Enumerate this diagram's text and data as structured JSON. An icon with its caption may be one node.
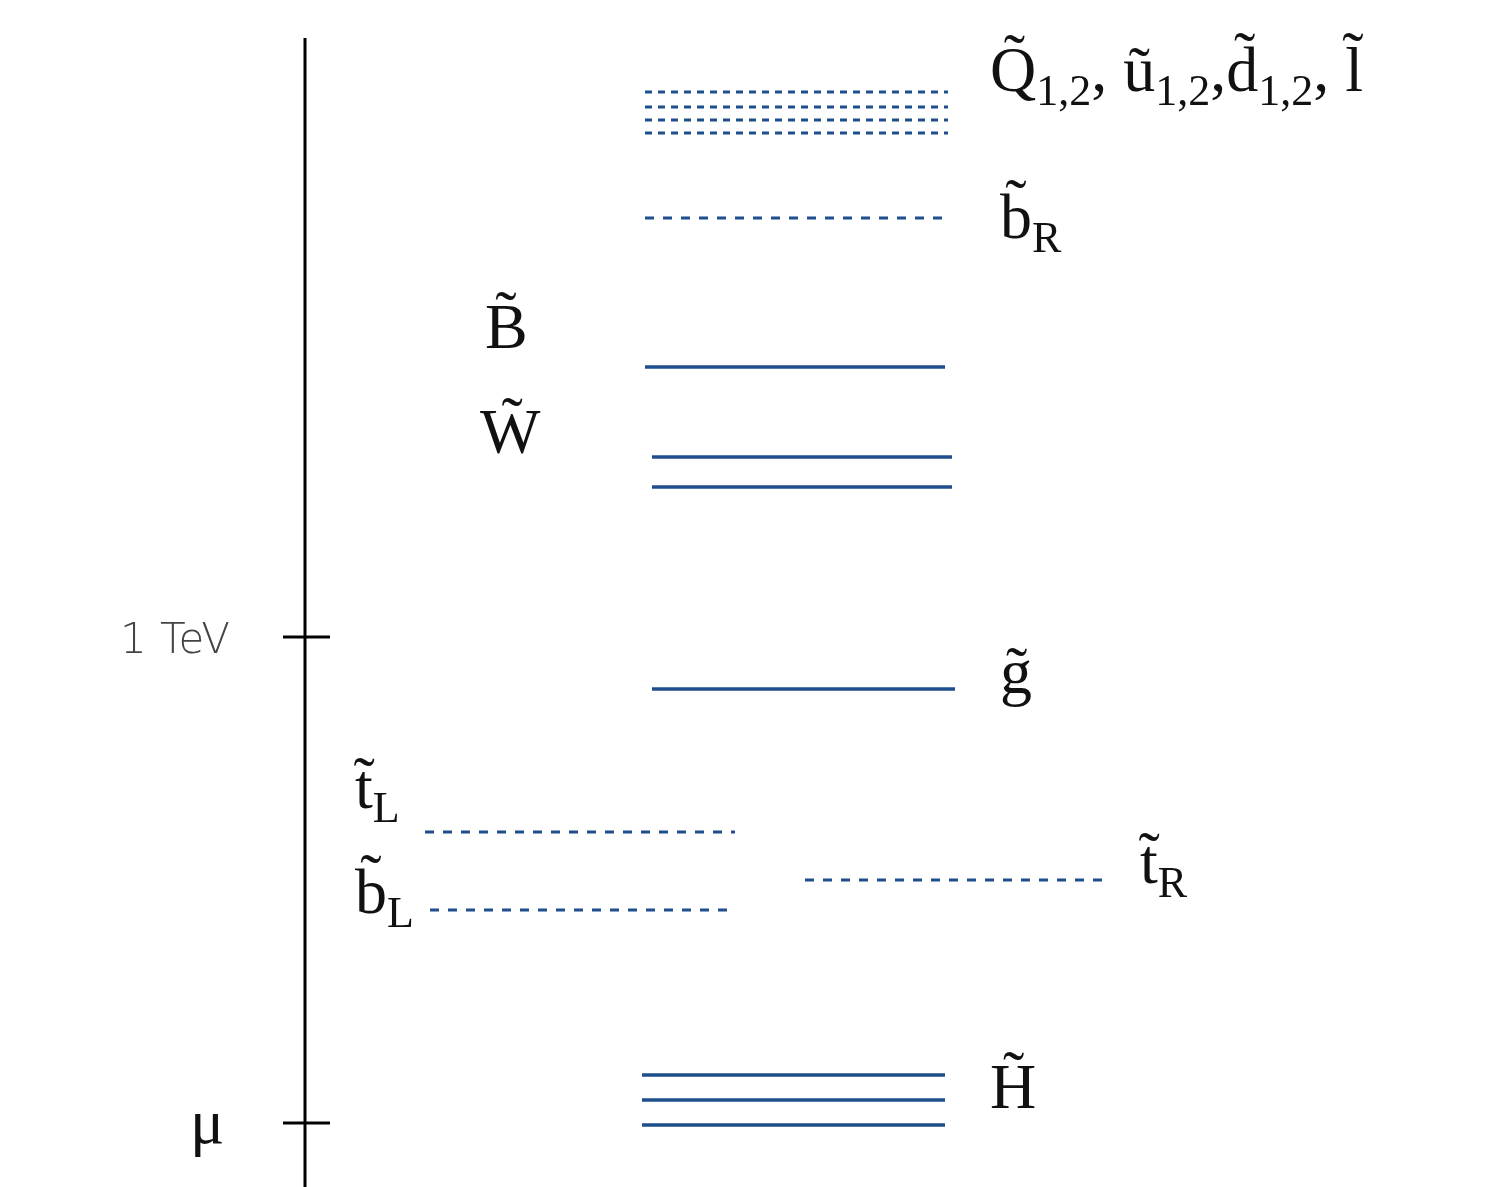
{
  "diagram": {
    "labels": [
      "Q̃$_{1,2}$, ũ$_{1,2}$,d̃$_{1,2}$, l̃",
      "b̃$_{R}$",
      "B̃",
      "W̃",
      "1 TeV",
      "g̃",
      "t̃$_{L}$",
      "b̃$_{L}$",
      "t̃$_{R}$",
      "H̃",
      "μ"
    ]
  }
}
